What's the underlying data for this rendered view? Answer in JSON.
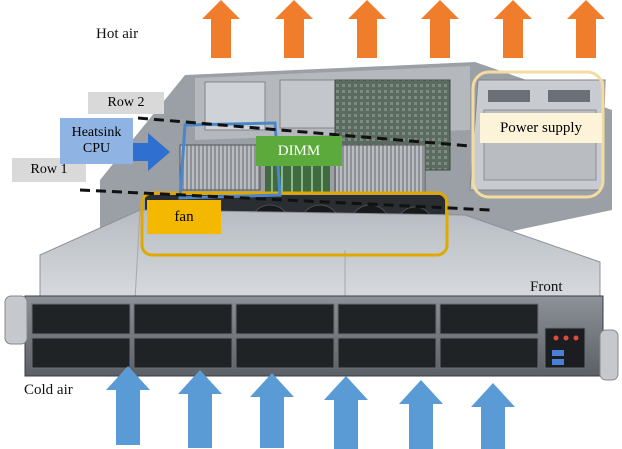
{
  "labels": {
    "hot_air": "Hot air",
    "cold_air": "Cold air",
    "row2": "Row 2",
    "row1": "Row 1",
    "heatsink": "Heatsink",
    "cpu": "CPU",
    "dimm": "DIMM",
    "fan": "fan",
    "power_supply": "Power supply",
    "front": "Front"
  },
  "colors": {
    "hot_arrow": "#ef7d2c",
    "cold_arrow": "#5b9bd5",
    "heatsink_box": "#8fb4e3",
    "dimm_box": "#5daa3c",
    "fan_box": "#f5b800",
    "fan_outline": "#e0a800",
    "psu_outline": "#f4dca0",
    "row_label_bg": "#d9d9d9",
    "chassis_dark": "#4b4f55",
    "chassis_light": "#c9cdd2"
  },
  "icons": {
    "hot_arrow": "up-arrow-icon",
    "cold_arrow": "up-arrow-icon",
    "airflow_arrow": "left-arrow-icon"
  }
}
